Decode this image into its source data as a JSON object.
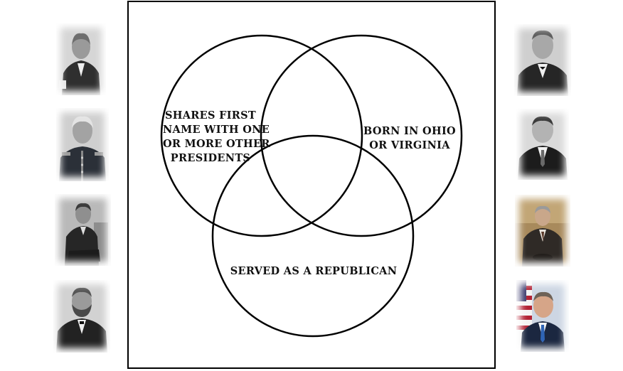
{
  "venn": {
    "set_a": {
      "lines": [
        "SHARES FIRST",
        "NAME WITH ONE",
        "OR MORE OTHER",
        "PRESIDENTS"
      ]
    },
    "set_b": {
      "lines": [
        "BORN IN OHIO",
        "OR VIRGINIA"
      ]
    },
    "set_c": {
      "lines": [
        "SERVED AS A REPUBLICAN"
      ]
    }
  },
  "portraits": {
    "left": [
      {
        "icon": "portrait-bald-man-icon",
        "tone": "#3a3a3a",
        "bg": "#d8d8d8"
      },
      {
        "icon": "portrait-military-man-icon",
        "tone": "#2e3440",
        "bg": "#cfcfcf"
      },
      {
        "icon": "portrait-seated-man-icon",
        "tone": "#2a2a2a",
        "bg": "#bdbdbd"
      },
      {
        "icon": "portrait-bearded-man-icon",
        "tone": "#262626",
        "bg": "#d4d4d4"
      }
    ],
    "right": [
      {
        "icon": "portrait-stern-man-icon",
        "tone": "#2b2b2b",
        "bg": "#cfcfcf"
      },
      {
        "icon": "portrait-suited-man-icon",
        "tone": "#1e1e1e",
        "bg": "#d9d9d9"
      },
      {
        "icon": "portrait-seated-color-man-icon",
        "tone": "#2f2a25",
        "bg": "#a98b5e"
      },
      {
        "icon": "portrait-flag-man-icon",
        "tone": "#1d2a44",
        "bg": "#c9d4e3"
      }
    ]
  }
}
